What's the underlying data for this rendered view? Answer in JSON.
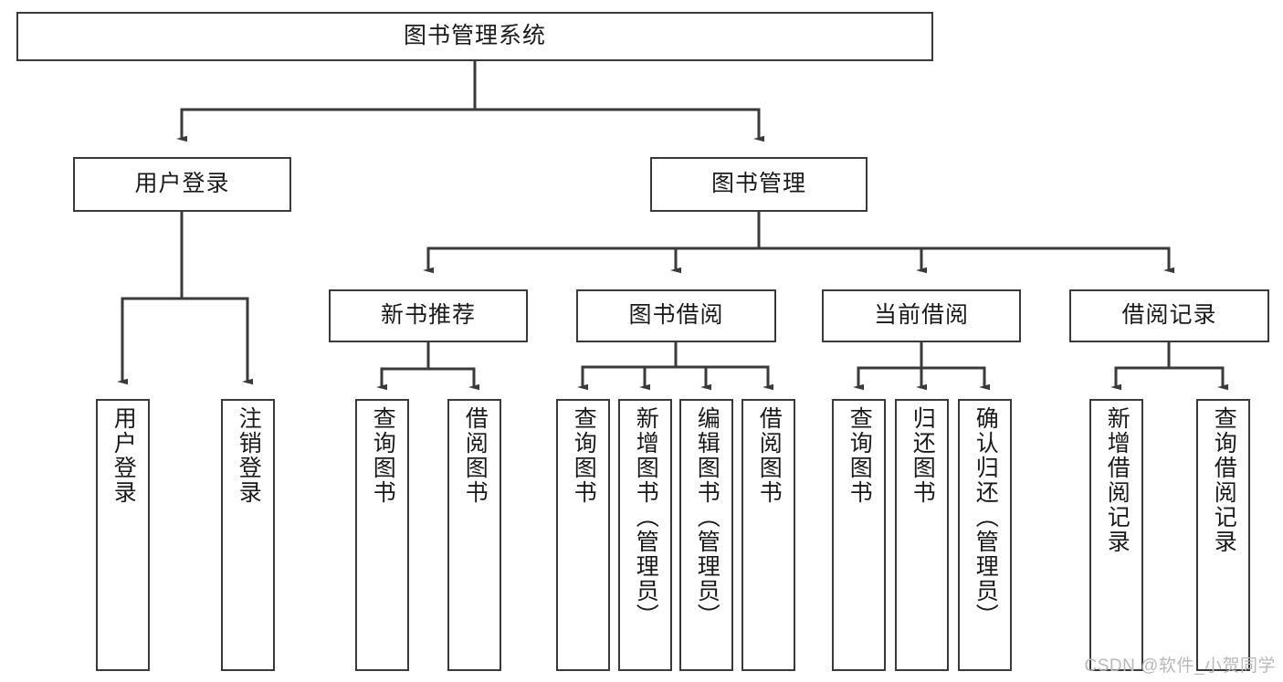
{
  "diagram": {
    "type": "tree",
    "title": "图书管理系统",
    "orientation": "top-down",
    "colors": {
      "box_border": "#3a3a3a",
      "box_fill": "#ffffff",
      "edge": "#3a3a3a",
      "text": "#1a1a1a",
      "watermark": "#b9b9b9",
      "background": "#ffffff"
    },
    "nodes": {
      "root": {
        "label": "图书管理系统",
        "level": 0,
        "text_direction": "horizontal"
      },
      "l1": [
        {
          "id": "user-login",
          "label": "用户登录",
          "level": 1,
          "text_direction": "horizontal"
        },
        {
          "id": "book-management",
          "label": "图书管理",
          "level": 1,
          "text_direction": "horizontal"
        }
      ],
      "l2": [
        {
          "id": "new-book-recommend",
          "label": "新书推荐",
          "level": 2,
          "text_direction": "horizontal"
        },
        {
          "id": "book-borrow",
          "label": "图书借阅",
          "level": 2,
          "text_direction": "horizontal"
        },
        {
          "id": "current-borrow",
          "label": "当前借阅",
          "level": 2,
          "text_direction": "horizontal"
        },
        {
          "id": "borrow-record",
          "label": "借阅记录",
          "level": 2,
          "text_direction": "horizontal"
        }
      ],
      "leaves": [
        {
          "id": "leaf-user-login",
          "label": "用户登录",
          "parent": "user-login",
          "text_direction": "vertical"
        },
        {
          "id": "leaf-logout",
          "label": "注销登录",
          "parent": "user-login",
          "text_direction": "vertical"
        },
        {
          "id": "leaf-query-book-1",
          "label": "查询图书",
          "parent": "new-book-recommend",
          "text_direction": "vertical"
        },
        {
          "id": "leaf-borrow-book-1",
          "label": "借阅图书",
          "parent": "new-book-recommend",
          "text_direction": "vertical"
        },
        {
          "id": "leaf-query-book-2",
          "label": "查询图书",
          "parent": "book-borrow",
          "text_direction": "vertical"
        },
        {
          "id": "leaf-add-book-admin",
          "label": "新增图书（管理员）",
          "parent": "book-borrow",
          "text_direction": "vertical"
        },
        {
          "id": "leaf-edit-book-admin",
          "label": "编辑图书（管理员）",
          "parent": "book-borrow",
          "text_direction": "vertical"
        },
        {
          "id": "leaf-borrow-book-2",
          "label": "借阅图书",
          "parent": "book-borrow",
          "text_direction": "vertical"
        },
        {
          "id": "leaf-query-book-3",
          "label": "查询图书",
          "parent": "current-borrow",
          "text_direction": "vertical"
        },
        {
          "id": "leaf-return-book",
          "label": "归还图书",
          "parent": "current-borrow",
          "text_direction": "vertical"
        },
        {
          "id": "leaf-confirm-return-admin",
          "label": "确认归还（管理员）",
          "parent": "current-borrow",
          "text_direction": "vertical"
        },
        {
          "id": "leaf-add-borrow-record",
          "label": "新增借阅记录",
          "parent": "borrow-record",
          "text_direction": "vertical"
        },
        {
          "id": "leaf-query-borrow-record",
          "label": "查询借阅记录",
          "parent": "borrow-record",
          "text_direction": "vertical"
        }
      ]
    },
    "watermark": "CSDN @软件_小贺同学"
  }
}
